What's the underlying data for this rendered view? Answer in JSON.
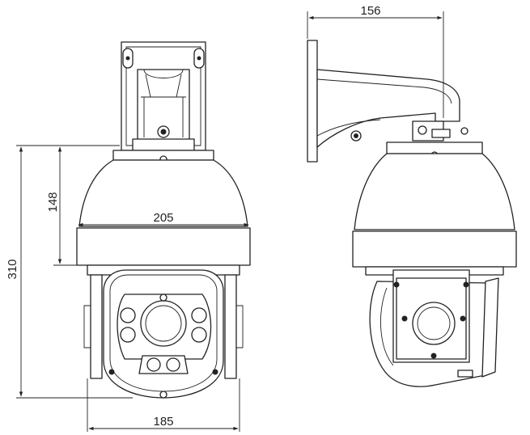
{
  "dimensions": {
    "top_width": "156",
    "dome_height": "148",
    "total_height": "310",
    "housing_width": "205",
    "base_width": "185"
  }
}
